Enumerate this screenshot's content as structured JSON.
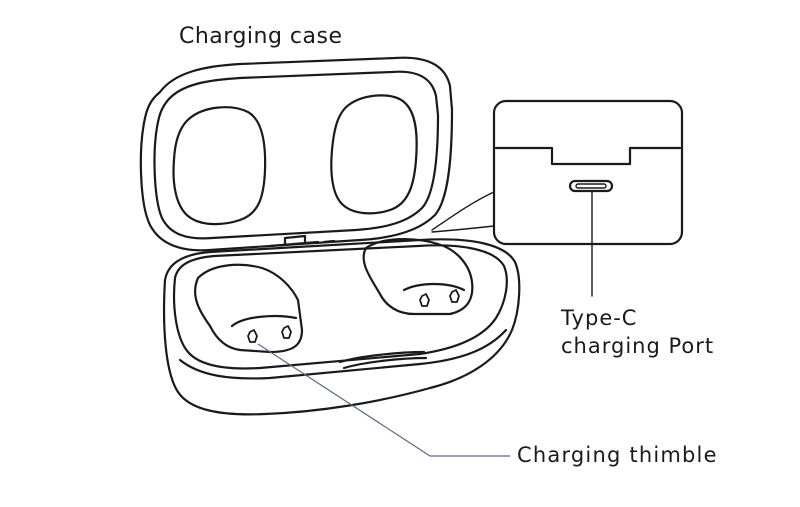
{
  "diagram": {
    "title": "Charging case",
    "labels": {
      "port_line1": "Type-C",
      "port_line2": "charging Port",
      "thimble": "Charging thimble"
    },
    "colors": {
      "stroke": "#1a1a1a",
      "background": "#ffffff"
    }
  }
}
